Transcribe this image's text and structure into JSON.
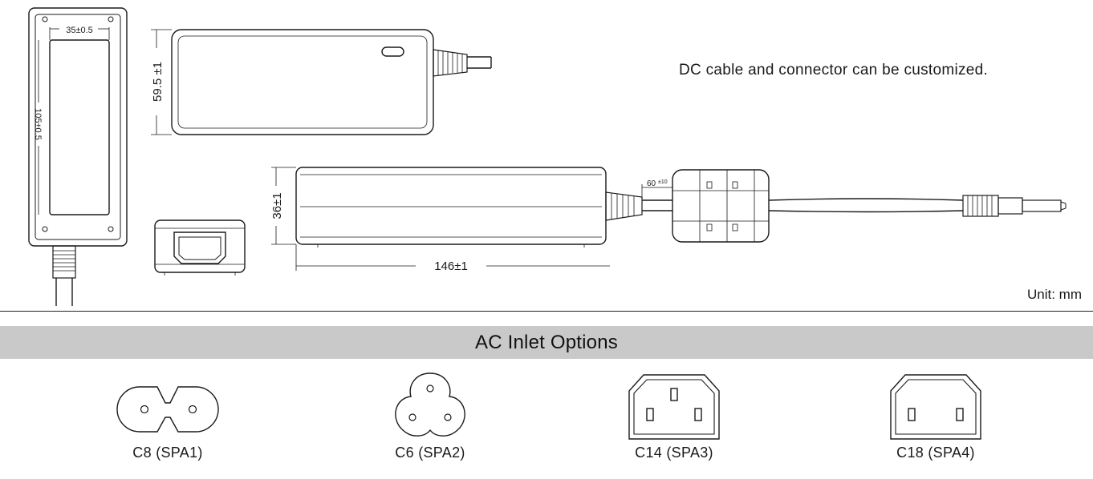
{
  "dimensions": {
    "front_width": "35±0.5",
    "front_length": "105±0.5",
    "top_width": "59.5 ±1",
    "side_height": "36±1",
    "side_length": "146±1",
    "cable_strip": "60",
    "cable_strip_tol": "±10"
  },
  "note": "DC cable and connector can be customized.",
  "unit": "Unit: mm",
  "section_title": "AC Inlet Options",
  "options": [
    {
      "label": "C8 (SPA1)",
      "icon": "c8-inlet-icon"
    },
    {
      "label": "C6 (SPA2)",
      "icon": "c6-inlet-icon"
    },
    {
      "label": "C14 (SPA3)",
      "icon": "c14-inlet-icon"
    },
    {
      "label": "C18 (SPA4)",
      "icon": "c18-inlet-icon"
    }
  ]
}
